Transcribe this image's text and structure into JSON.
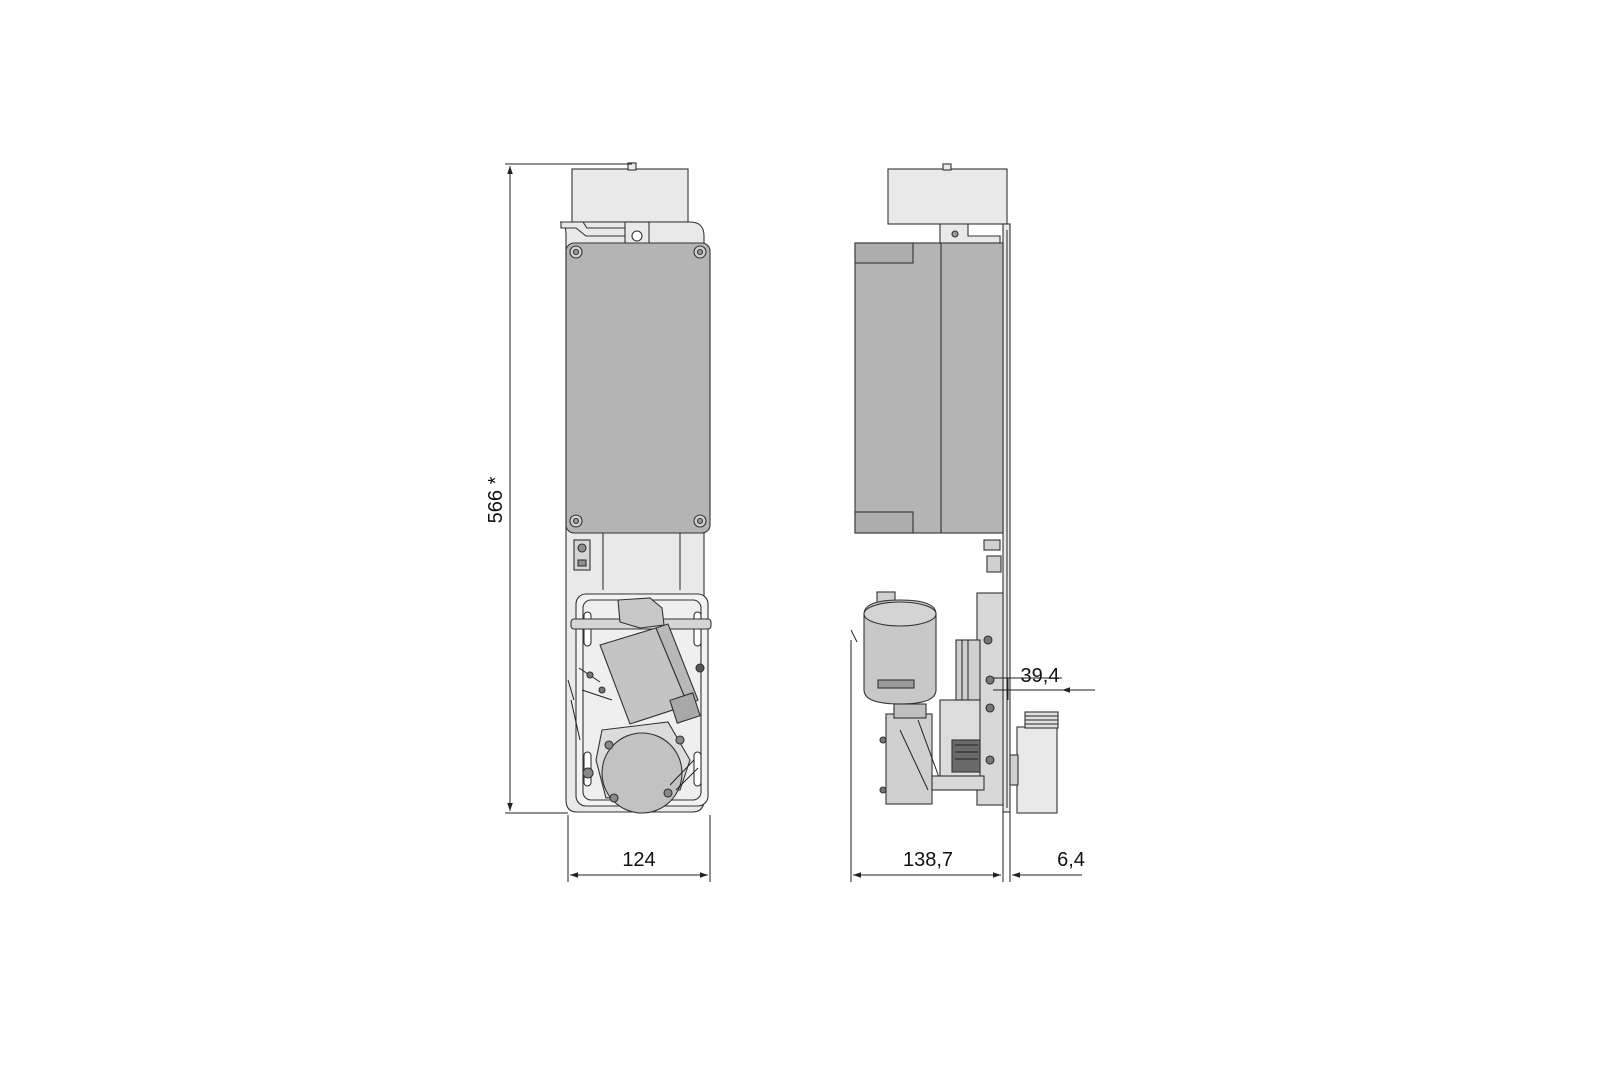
{
  "drawing": {
    "colors": {
      "line": "#222222",
      "cover_fill": "#b4b4b4",
      "housing_fill": "#e9e9e9",
      "motor_fill": "#c8c8c8",
      "background": "#ffffff"
    },
    "dimensions": {
      "height": "566 *",
      "front_width": "124",
      "side_depth": "138,7",
      "plate_thickness": "6,4",
      "offset": "39,4"
    }
  }
}
